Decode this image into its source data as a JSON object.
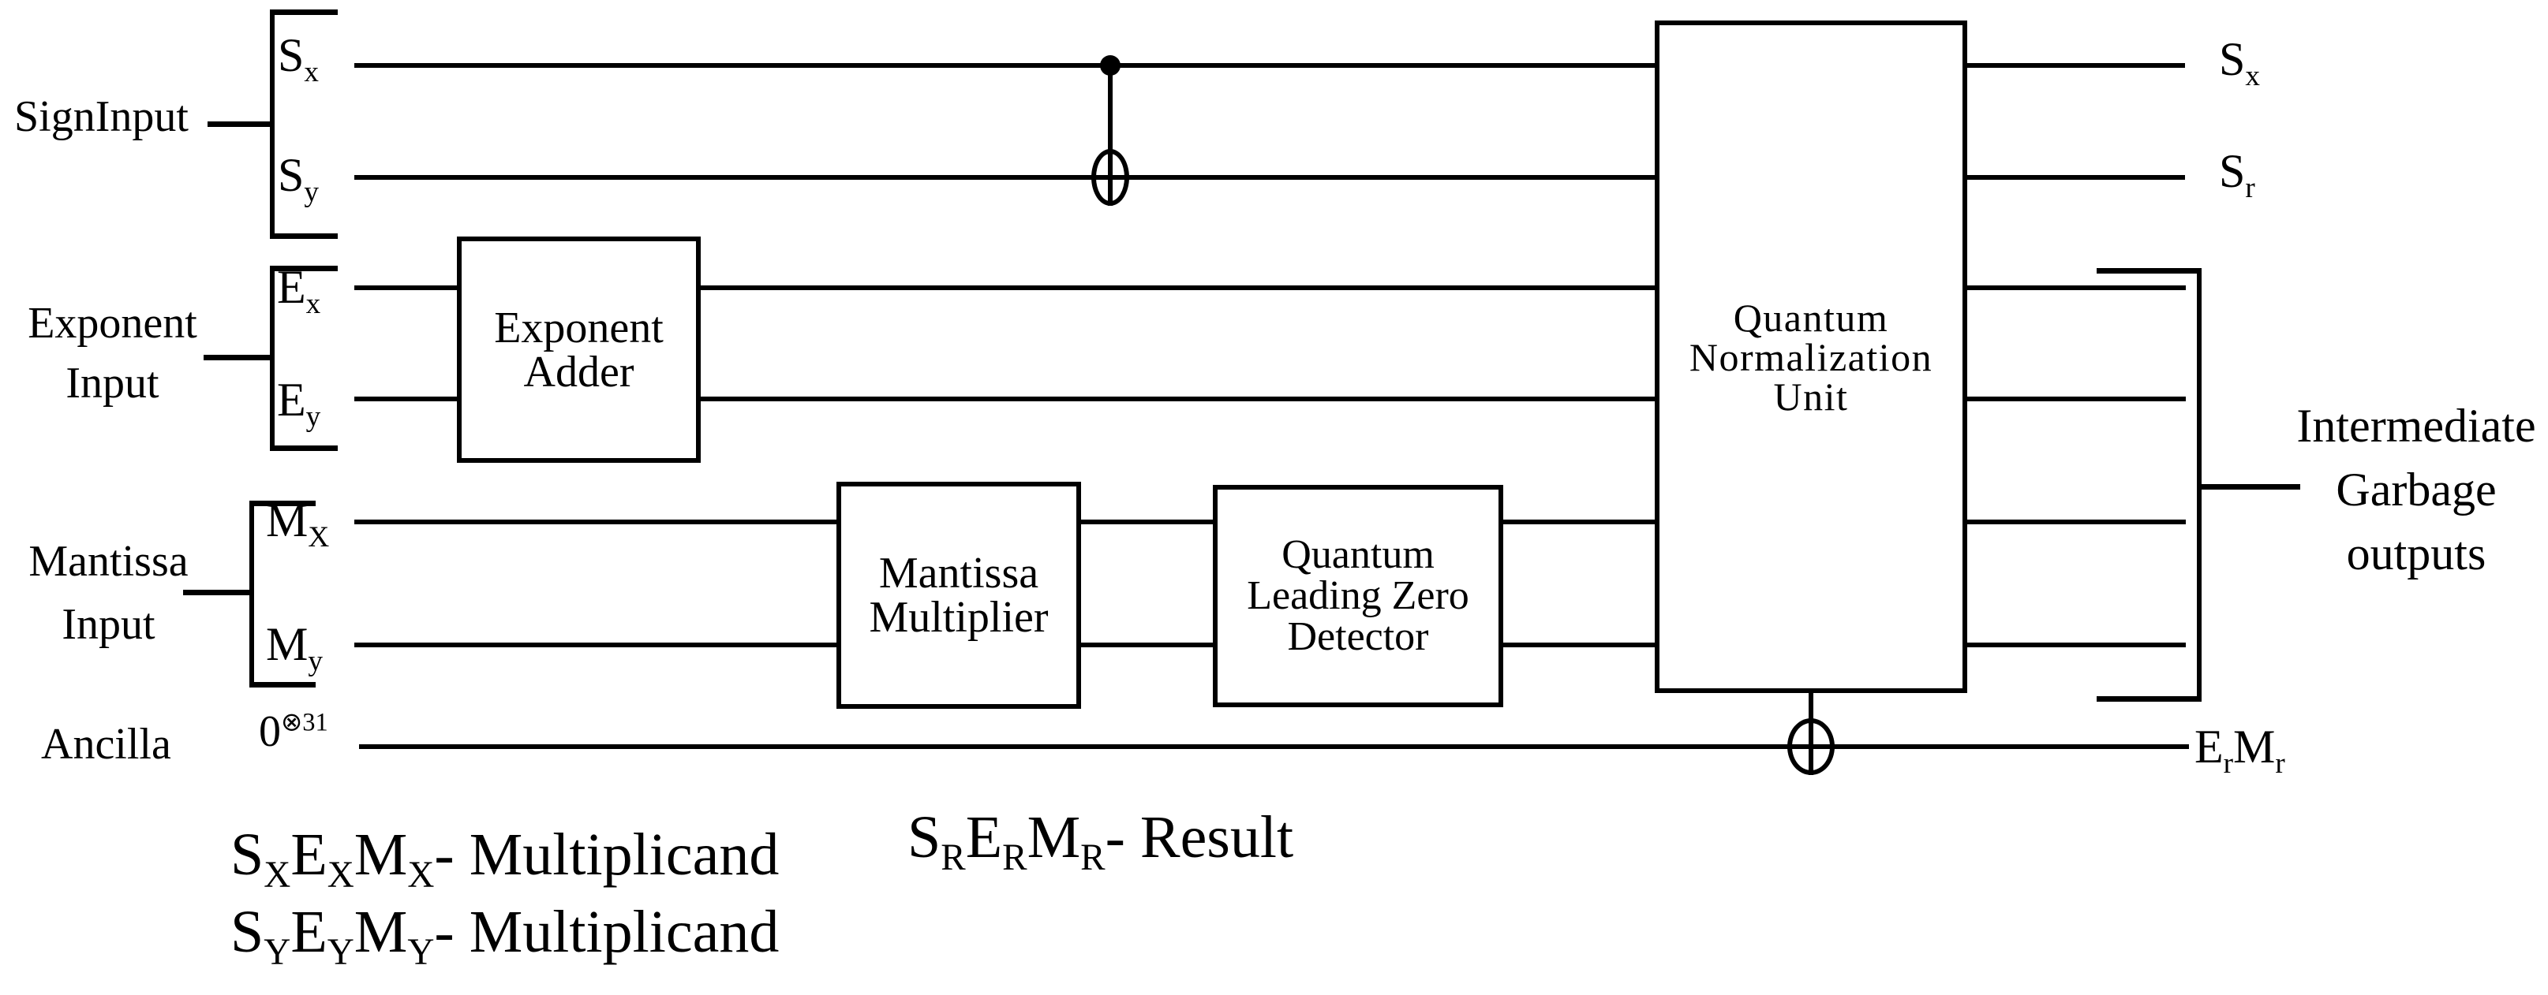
{
  "colors": {
    "ink": "#000000",
    "paper": "#ffffff"
  },
  "inputs": {
    "sign_group_label": "SignInput",
    "exponent_group_line1": "Exponent",
    "exponent_group_line2": "Input",
    "mantissa_group_line1": "Mantissa",
    "mantissa_group_line2": "Input",
    "ancilla_label": "Ancilla",
    "ancilla_state_base": "0",
    "ancilla_state_sup": "⊗31"
  },
  "wires": {
    "sx_in": {
      "base": "S",
      "sub": "x"
    },
    "sy_in": {
      "base": "S",
      "sub": "y"
    },
    "ex_in": {
      "base": "E",
      "sub": "x"
    },
    "ey_in": {
      "base": "E",
      "sub": "y"
    },
    "mx_in": {
      "base": "M",
      "sub": "X"
    },
    "my_in": {
      "base": "M",
      "sub": "y"
    },
    "sx_out": {
      "base": "S",
      "sub": "x"
    },
    "sr_out": {
      "base": "S",
      "sub": "r"
    },
    "er_out": {
      "base": "E",
      "sub": "r"
    },
    "mr_out": {
      "base": "M",
      "sub": "r"
    }
  },
  "gates": {
    "exponent_adder": {
      "line1": "Exponent",
      "line2": "Adder"
    },
    "mantissa_multiplier": {
      "line1": "Mantissa",
      "line2": "Multiplier"
    },
    "qlzd": {
      "line1": "Quantum",
      "line2": "Leading Zero",
      "line3": "Detector"
    },
    "qnu": {
      "line1": "Quantum",
      "line2": "Normalization",
      "line3": "Unit"
    }
  },
  "outputs": {
    "garbage_line1": "Intermediate",
    "garbage_line2": "Garbage",
    "garbage_line3": "outputs"
  },
  "legend": {
    "multiplicand_x": {
      "p1": "S",
      "s1": "X",
      "p2": "E",
      "s2": "X",
      "p3": "M",
      "s3": "X",
      "tail": "- Multiplicand"
    },
    "multiplicand_y": {
      "p1": "S",
      "s1": "Y",
      "p2": "E",
      "s2": "Y",
      "p3": "M",
      "s3": "Y",
      "tail": "- Multiplicand"
    },
    "result": {
      "p1": "S",
      "s1": "R",
      "p2": "E",
      "s2": "R",
      "p3": "M",
      "s3": "R",
      "tail": "- Result"
    }
  }
}
